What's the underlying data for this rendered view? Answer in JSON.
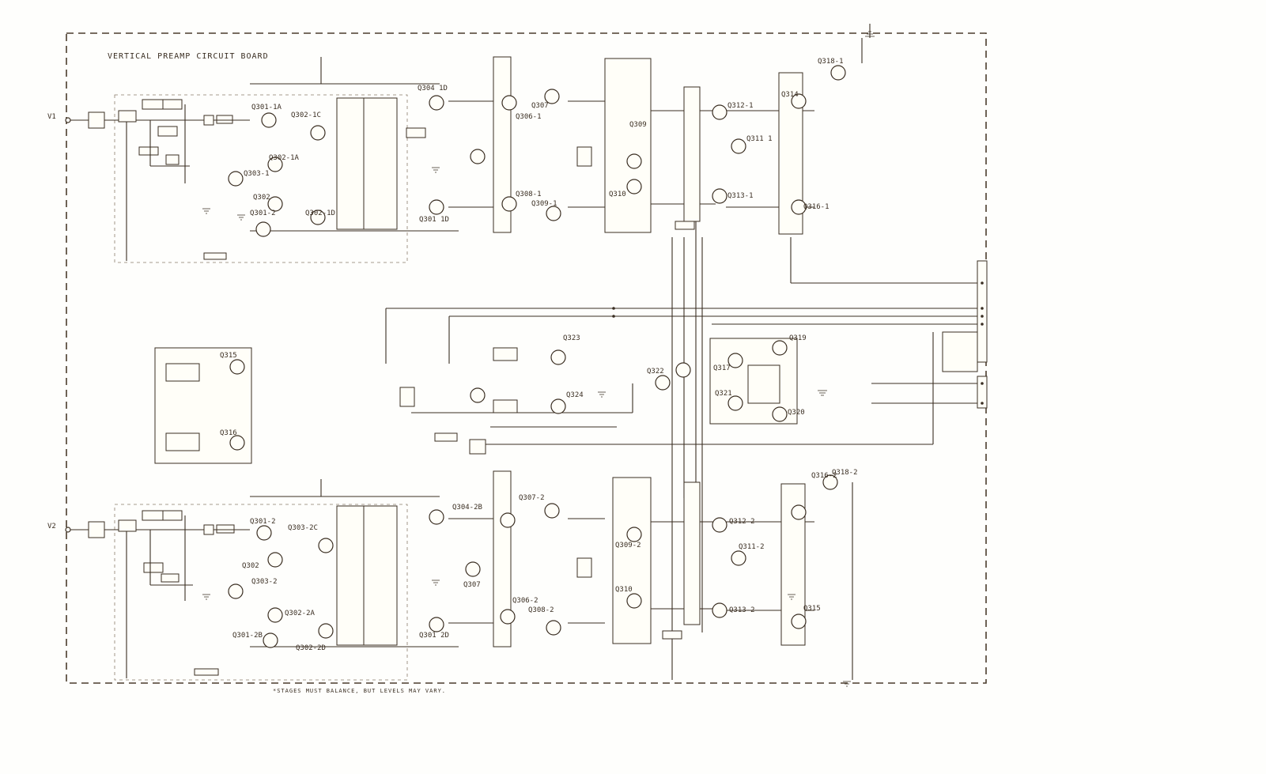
{
  "title": "VERTICAL PREAMP CIRCUIT BOARD",
  "footnote": "*STAGES MUST BALANCE, BUT LEVELS MAY VARY.",
  "inputs": {
    "ch1": "V1",
    "ch2": "V2"
  },
  "channel1_labels": [
    "Q301-1A",
    "Q302-1C",
    "Q302-1A",
    "Q303-1",
    "Q302",
    "Q301-2",
    "Q302-1D",
    "Q304 1D",
    "Q307",
    "Q306-1",
    "Q308-1",
    "Q309-1",
    "Q301 1D",
    "Q309",
    "Q310",
    "Q312-1",
    "Q311 1",
    "Q313-1",
    "Q314",
    "Q316-1",
    "Q318-1"
  ],
  "middle_labels": [
    "Q315",
    "Q316",
    "Q323",
    "Q322",
    "Q324",
    "Q317",
    "Q321",
    "Q319",
    "Q320"
  ],
  "channel2_labels": [
    "Q301-2",
    "Q303-2C",
    "Q302",
    "Q303-2",
    "Q302-2A",
    "Q301-2B",
    "Q302-2D",
    "Q304-2B",
    "Q307-2",
    "Q306-2",
    "Q308-2",
    "Q301 2D",
    "Q307",
    "Q309-2",
    "Q310",
    "Q312-2",
    "Q311-2",
    "Q313-2",
    "Q316-2",
    "Q318-2",
    "Q315"
  ]
}
